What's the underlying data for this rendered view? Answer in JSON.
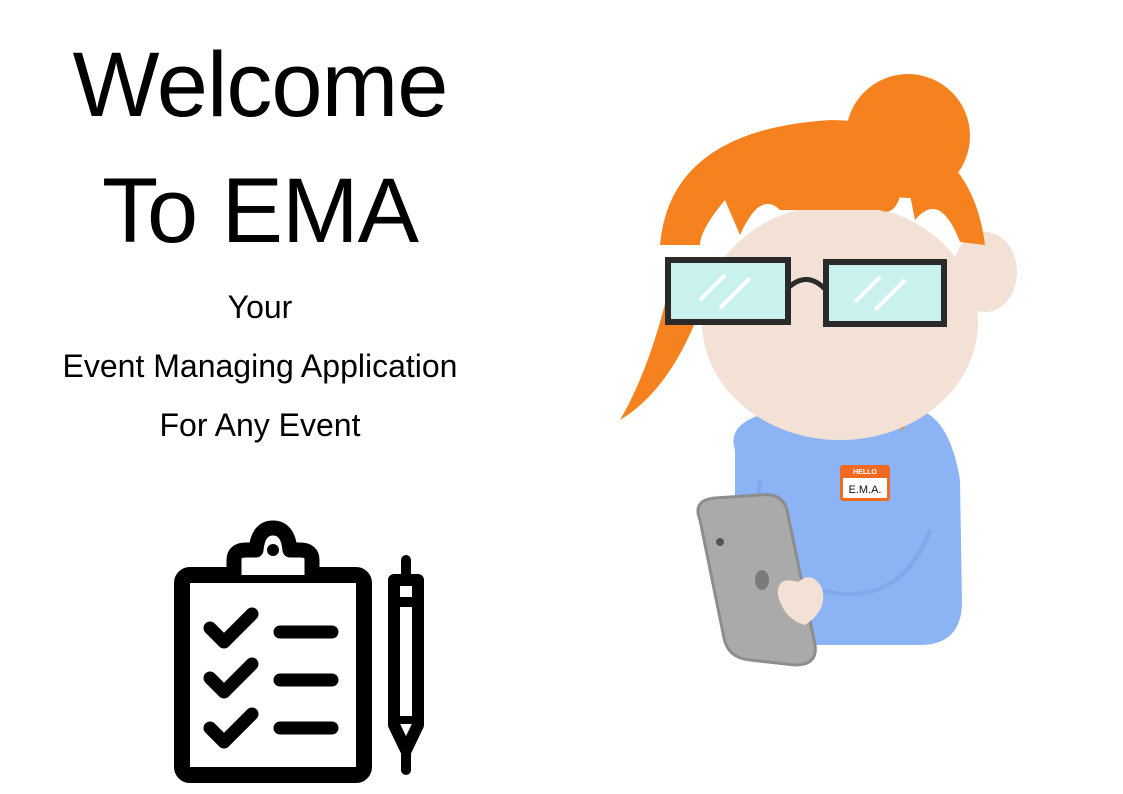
{
  "welcome": {
    "title_line_1": "Welcome",
    "title_line_2": "To EMA",
    "subtitle_line_1": "Your",
    "subtitle_line_2": "Event Managing Application",
    "subtitle_line_3": "For Any Event"
  },
  "mascot": {
    "name_tag_header": "HELLO",
    "name_tag_text": "E.M.A."
  },
  "icons": {
    "clipboard": "clipboard-checklist-icon",
    "pen": "pen-icon"
  },
  "colors": {
    "hair": "#f5821f",
    "skin": "#f3e1d6",
    "shirt": "#8cb4f5",
    "glasses_lens": "#c9f1ee",
    "tablet": "#a9aaa9",
    "name_tag": "#f26a21"
  }
}
